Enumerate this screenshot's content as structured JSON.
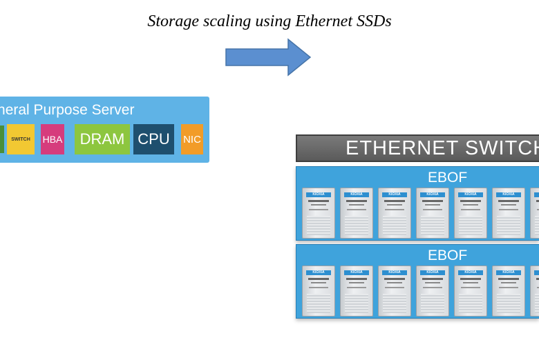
{
  "title": "Storage scaling using Ethernet SSDs",
  "server": {
    "label": "General Purpose Server",
    "components": [
      "SWITCH",
      "HBA",
      "DRAM",
      "CPU",
      "NIC"
    ]
  },
  "switch": {
    "label": "ETHERNET SWITCH"
  },
  "ebofs": [
    {
      "label": "EBOF"
    },
    {
      "label": "EBOF"
    }
  ],
  "ssd": {
    "logo": "KIOXIA"
  },
  "colors": {
    "server_bg": "#5fb3e6",
    "arrow": "#5b8fd0",
    "ebof_bg": "#3fa3dc",
    "switch_bg": "#6a6a6a",
    "switch_chip": "#f2c832",
    "hba_chip": "#d63c7d",
    "dram_chip": "#8dc63f",
    "cpu_chip": "#1e4f6e",
    "nic_chip": "#f29c28"
  }
}
